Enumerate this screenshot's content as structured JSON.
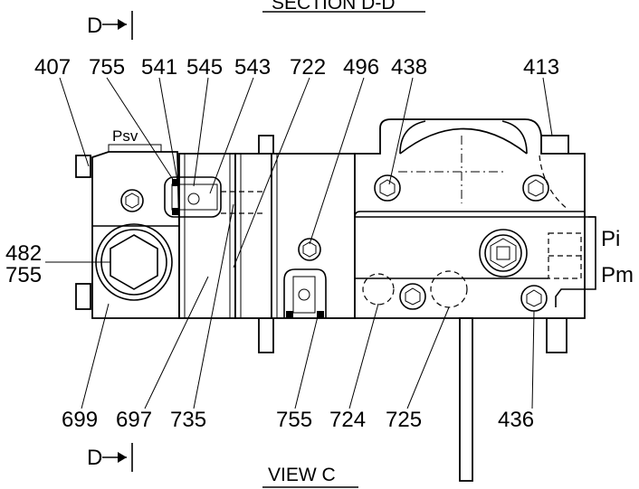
{
  "title_top": "SECTION  D-D",
  "title_bottom": "VIEW  C",
  "section_marks": {
    "top": "D",
    "bottom": "D"
  },
  "ports": {
    "pi": "Pi",
    "pm": "Pm",
    "psv": "Psv"
  },
  "callouts": {
    "c407": "407",
    "c755a": "755",
    "c541": "541",
    "c545": "545",
    "c543": "543",
    "c722": "722",
    "c496": "496",
    "c438": "438",
    "c413": "413",
    "c482": "482",
    "c755b": "755",
    "c699": "699",
    "c697": "697",
    "c735": "735",
    "c755c": "755",
    "c724": "724",
    "c725": "725",
    "c436": "436"
  }
}
